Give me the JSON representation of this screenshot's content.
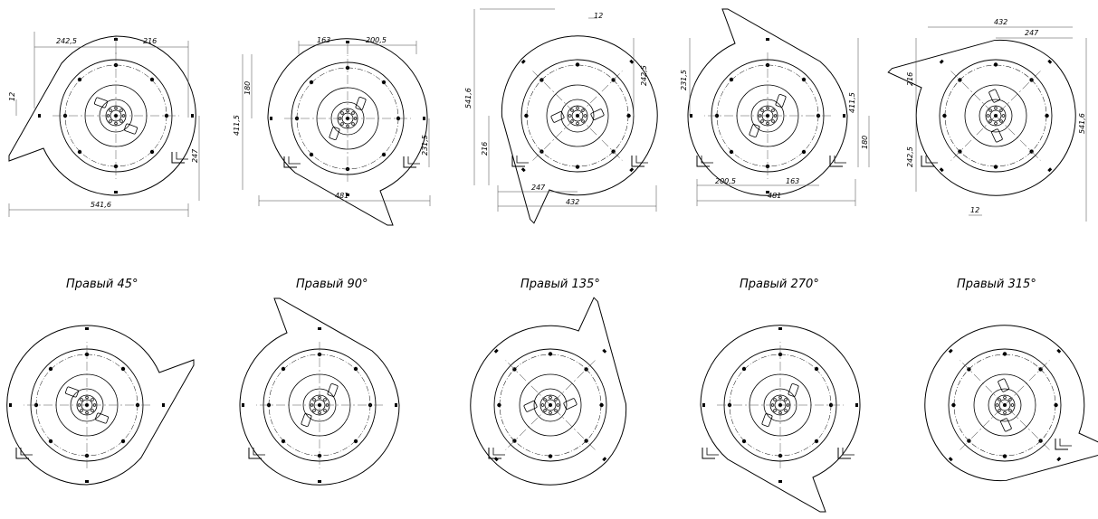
{
  "drawing": {
    "line_color": "#000000",
    "dim_color": "#444444",
    "views_top": [
      {
        "id": "top-1",
        "rotation_deg": 0,
        "dims": [
          "242,5",
          "216",
          "12",
          "247",
          "541,6"
        ]
      },
      {
        "id": "top-2",
        "rotation_deg": -90,
        "dims": [
          "163",
          "200,5",
          "180",
          "411,5",
          "231,5",
          "481"
        ]
      },
      {
        "id": "top-3",
        "rotation_deg": -45,
        "dims": [
          "12",
          "541,6",
          "242,5",
          "216",
          "247",
          "432"
        ]
      },
      {
        "id": "top-4",
        "rotation_deg": 90,
        "dims": [
          "231,5",
          "411,5",
          "180",
          "200,5",
          "163",
          "481"
        ]
      },
      {
        "id": "top-5",
        "rotation_deg": 45,
        "dims": [
          "432",
          "247",
          "216",
          "541,6",
          "242,5",
          "12"
        ]
      }
    ],
    "captions": [
      "Правый 45°",
      "Правый 90°",
      "Правый 135°",
      "Правый  270°",
      "Правый  315°"
    ],
    "views_bottom": [
      {
        "id": "bottom-1",
        "rotation_deg": 45
      },
      {
        "id": "bottom-2",
        "rotation_deg": 90
      },
      {
        "id": "bottom-3",
        "rotation_deg": 135
      },
      {
        "id": "bottom-4",
        "rotation_deg": 270
      },
      {
        "id": "bottom-5",
        "rotation_deg": 315
      }
    ]
  }
}
